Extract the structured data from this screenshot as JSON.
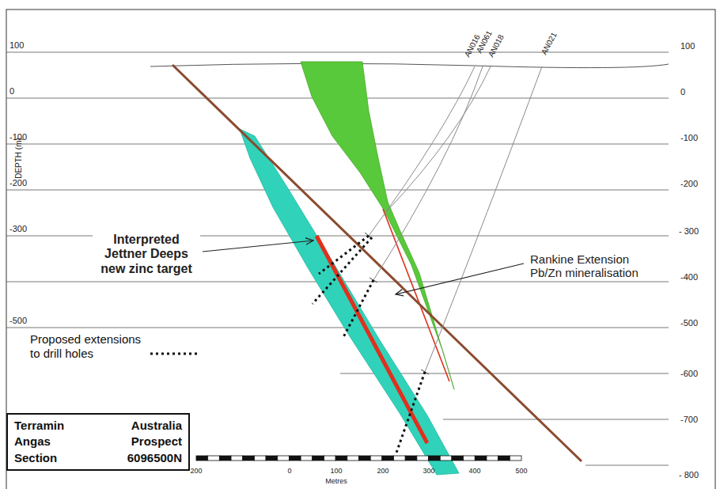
{
  "diagram": {
    "nodes": [
      {
        "text": [
          "Terramin Australia",
          "Angas Prospect",
          "Section 6096500N"
        ]
      }
    ],
    "labels": [
      "100",
      "0",
      "-100",
      "-200",
      "-300",
      "-500",
      "DEPTH (m)",
      "100",
      "0",
      "-100",
      "-200",
      "- 300",
      "-400",
      "-500",
      "-600",
      "-700",
      "- 800",
      "AN016",
      "AN061",
      "AN018",
      "AN021",
      "Interpreted Jettner Deeps new zinc target",
      "Rankine Extension Pb/Zn mineralisation",
      "200",
      "0",
      "100",
      "200",
      "300",
      "400",
      "500",
      "Metres"
    ],
    "legend": [
      {
        "text": "Proposed extensions to drill holes"
      }
    ]
  }
}
